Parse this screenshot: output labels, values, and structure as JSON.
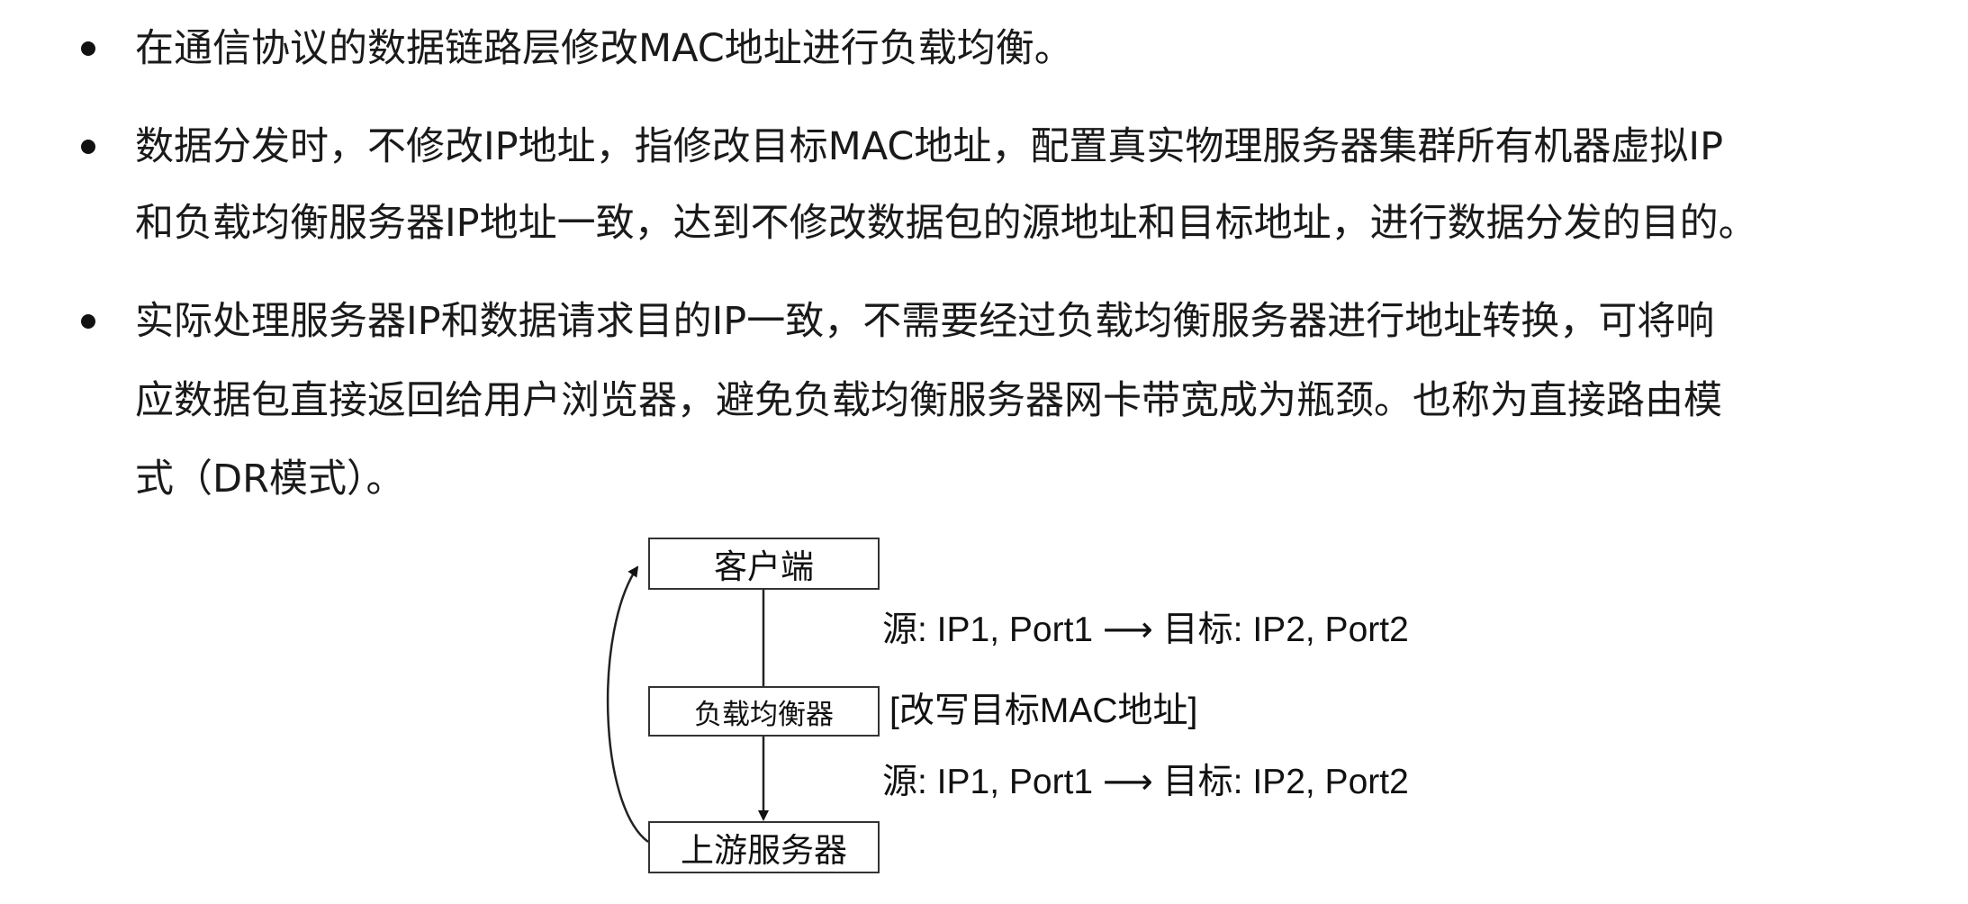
{
  "bullets": [
    {
      "lines": [
        "在通信协议的数据链路层修改MAC地址进行负载均衡。"
      ]
    },
    {
      "lines": [
        "数据分发时，不修改IP地址，指修改目标MAC地址，配置真实物理服务器集群所有机器虚拟IP",
        "和负载均衡服务器IP地址一致，达到不修改数据包的源地址和目标地址，进行数据分发的目的。"
      ]
    },
    {
      "lines": [
        "实际处理服务器IP和数据请求目的IP一致，不需要经过负载均衡服务器进行地址转换，可将响",
        "应数据包直接返回给用户浏览器，避免负载均衡服务器网卡带宽成为瓶颈。也称为直接路由模",
        "式（DR模式）。"
      ]
    }
  ],
  "diagram": {
    "nodes": {
      "client": "客户端",
      "load_balancer": "负载均衡器",
      "upstream": "上游服务器"
    },
    "labels": {
      "packet_top": "源: IP1, Port1  ⟶  目标: IP2, Port2",
      "rewrite_note": "[改写目标MAC地址]",
      "packet_bottom": "源: IP1, Port1  ⟶  目标: IP2, Port2"
    }
  }
}
